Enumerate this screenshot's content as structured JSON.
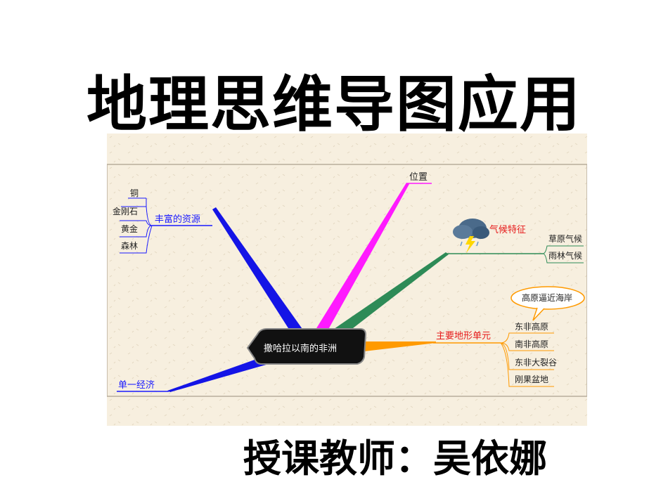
{
  "slide": {
    "title": "地理思维导图应用",
    "teacher": "授课教师：吴依娜"
  },
  "mindmap": {
    "center": "撒哈拉以南的非洲",
    "branches": {
      "resources": {
        "label": "丰富的资源",
        "items": [
          "铜",
          "金刚石",
          "黄金",
          "森林"
        ],
        "color": "#1a1aff"
      },
      "location": {
        "label": "位置",
        "color": "#ff1aff"
      },
      "climate": {
        "label": "气候特征",
        "items": [
          "草原气候",
          "雨林气候"
        ],
        "color": "#2e8b57",
        "icon": "storm-cloud-icon"
      },
      "landform": {
        "label": "主要地形单元",
        "items": [
          "东非高原",
          "南非高原",
          "东非大裂谷",
          "刚果盆地"
        ],
        "callout": "高原逼近海岸",
        "color": "#ffa500"
      },
      "economy": {
        "label": "单一经济",
        "color": "#1a1aff"
      }
    }
  }
}
